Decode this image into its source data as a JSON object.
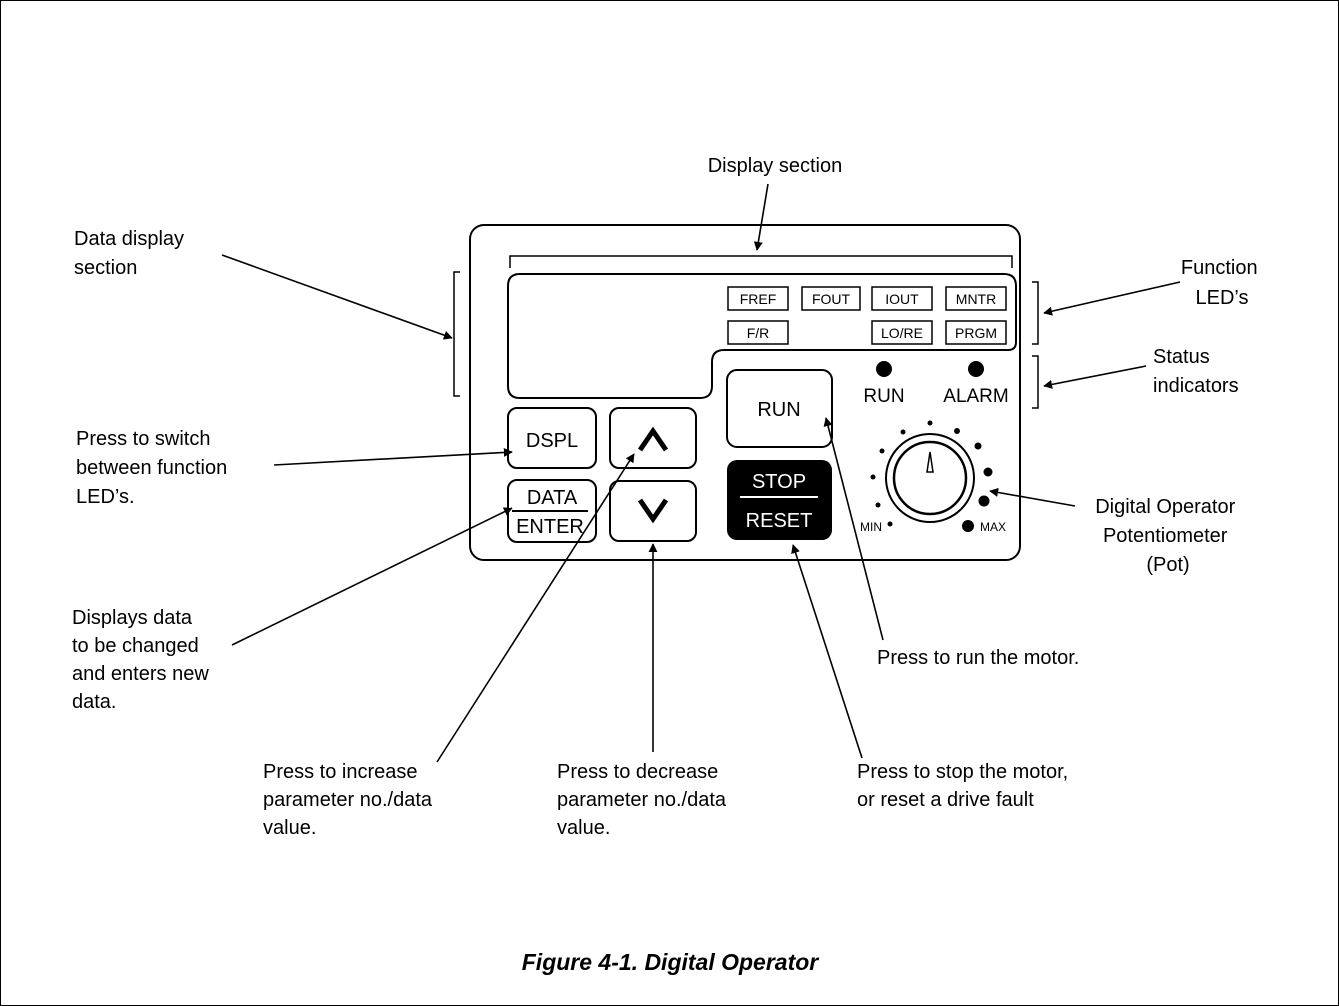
{
  "title": "Figure 4-1.  Digital Operator",
  "callouts": {
    "display_section": "Display section",
    "data_display": [
      "Data display",
      "section"
    ],
    "function_leds": [
      "Function",
      "LED’s"
    ],
    "status_indicators": [
      "Status",
      "indicators"
    ],
    "dspl_desc": [
      "Press to switch",
      "between function",
      "LED’s."
    ],
    "pot_desc": [
      "Digital Operator",
      "Potentiometer",
      "(Pot)"
    ],
    "data_enter_desc": [
      "Displays data",
      "to be changed",
      "and enters new",
      "data."
    ],
    "run_desc": "Press to run the motor.",
    "increase_desc": [
      "Press to increase",
      "parameter no./data",
      "value."
    ],
    "decrease_desc": [
      "Press to decrease",
      "parameter no./data",
      "value."
    ],
    "stop_desc": [
      "Press to stop the motor,",
      "or reset a drive fault"
    ]
  },
  "function_leds": {
    "fref": "FREF",
    "fout": "FOUT",
    "iout": "IOUT",
    "mntr": "MNTR",
    "fr": "F/R",
    "lore": "LO/RE",
    "prgm": "PRGM"
  },
  "status": {
    "run": "RUN",
    "alarm": "ALARM"
  },
  "keys": {
    "dspl": "DSPL",
    "data": "DATA",
    "enter": "ENTER",
    "up": "∧",
    "down": "∨",
    "run": "RUN",
    "stop": "STOP",
    "reset": "RESET"
  },
  "pot": {
    "min": "MIN",
    "max": "MAX"
  }
}
